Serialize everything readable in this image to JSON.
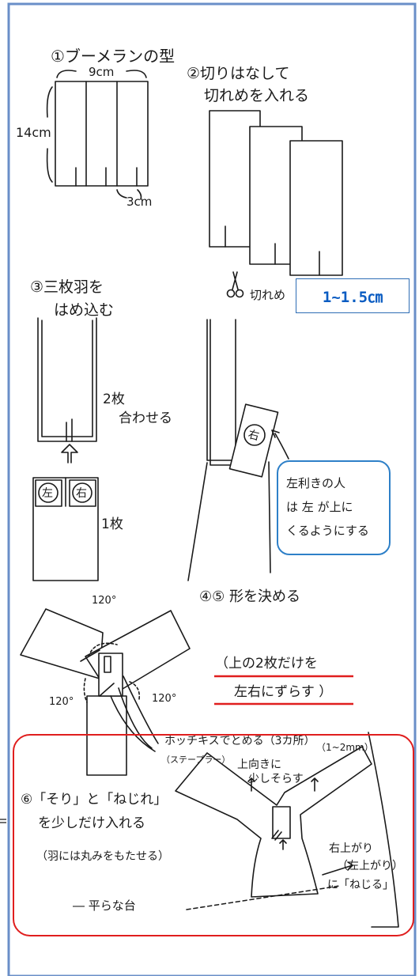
{
  "step1": {
    "title": "①ブーメランの型",
    "width_label": "9cm",
    "height_label": "14cm",
    "slit_label": "3cm"
  },
  "step2": {
    "title_line1": "②切りはなして",
    "title_line2": "切れめを入れる"
  },
  "cut": {
    "label": "切れめ",
    "depth_label": "1~1.5㎝",
    "scissors_icon": "scissors-icon"
  },
  "step3": {
    "title_line1": "③三枚羽を",
    "title_line2": "はめ込む",
    "two_sheets_line1": "2枚",
    "two_sheets_line2": "合わせる",
    "left_mark": "左",
    "right_mark": "右",
    "one_sheet": "1枚",
    "right_mark_rotated": "右"
  },
  "lefty_note": {
    "line1": "左利きの人",
    "line2": "は 左 が上に",
    "line3": "くるようにする"
  },
  "step45": {
    "title": "④⑤ 形を決める",
    "shift_line1": "（上の2枚だけを",
    "shift_line2": "左右にずらす ）",
    "angle_top": "120°",
    "angle_left": "120°",
    "angle_right": "120°",
    "staple_label": "ホッチキスでとめる（3カ所）",
    "staple_sub": "（ステープラー）"
  },
  "step6": {
    "title": "⑥「そり」と「ねじれ」",
    "title_line2": "を少しだけ入れる",
    "note": "（羽には丸みをもたせる）",
    "tilt_up_line1": "上向きに",
    "tilt_up_line2": "少しそらす",
    "tilt_amount": "（1~2mm）",
    "twist_line1": "右上がり",
    "twist_line2": "（左上がり）",
    "twist_line3": "に「ねじる」",
    "flat_table": "― 平らな台"
  },
  "colors": {
    "frame_border": "#6a8fc8",
    "blue_accent": "#0a5cc2",
    "red_accent": "#e01e1e"
  }
}
